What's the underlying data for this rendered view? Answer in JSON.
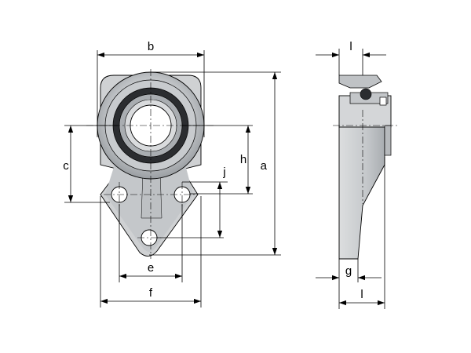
{
  "dimensions": {
    "a": "a",
    "b": "b",
    "c": "c",
    "e": "e",
    "f": "f",
    "g": "g",
    "h": "h",
    "j": "j",
    "l_top": "l",
    "l_bottom": "l"
  },
  "colors": {
    "flange_fill": "#cfd1d3",
    "flange_shadow": "#b3b6b9",
    "bore_fill": "#ffffff",
    "ring_dark": "#2b2d30",
    "insert_fill": "#a9adb1",
    "side_fill": "#c9cbcd",
    "line": "#000000"
  }
}
